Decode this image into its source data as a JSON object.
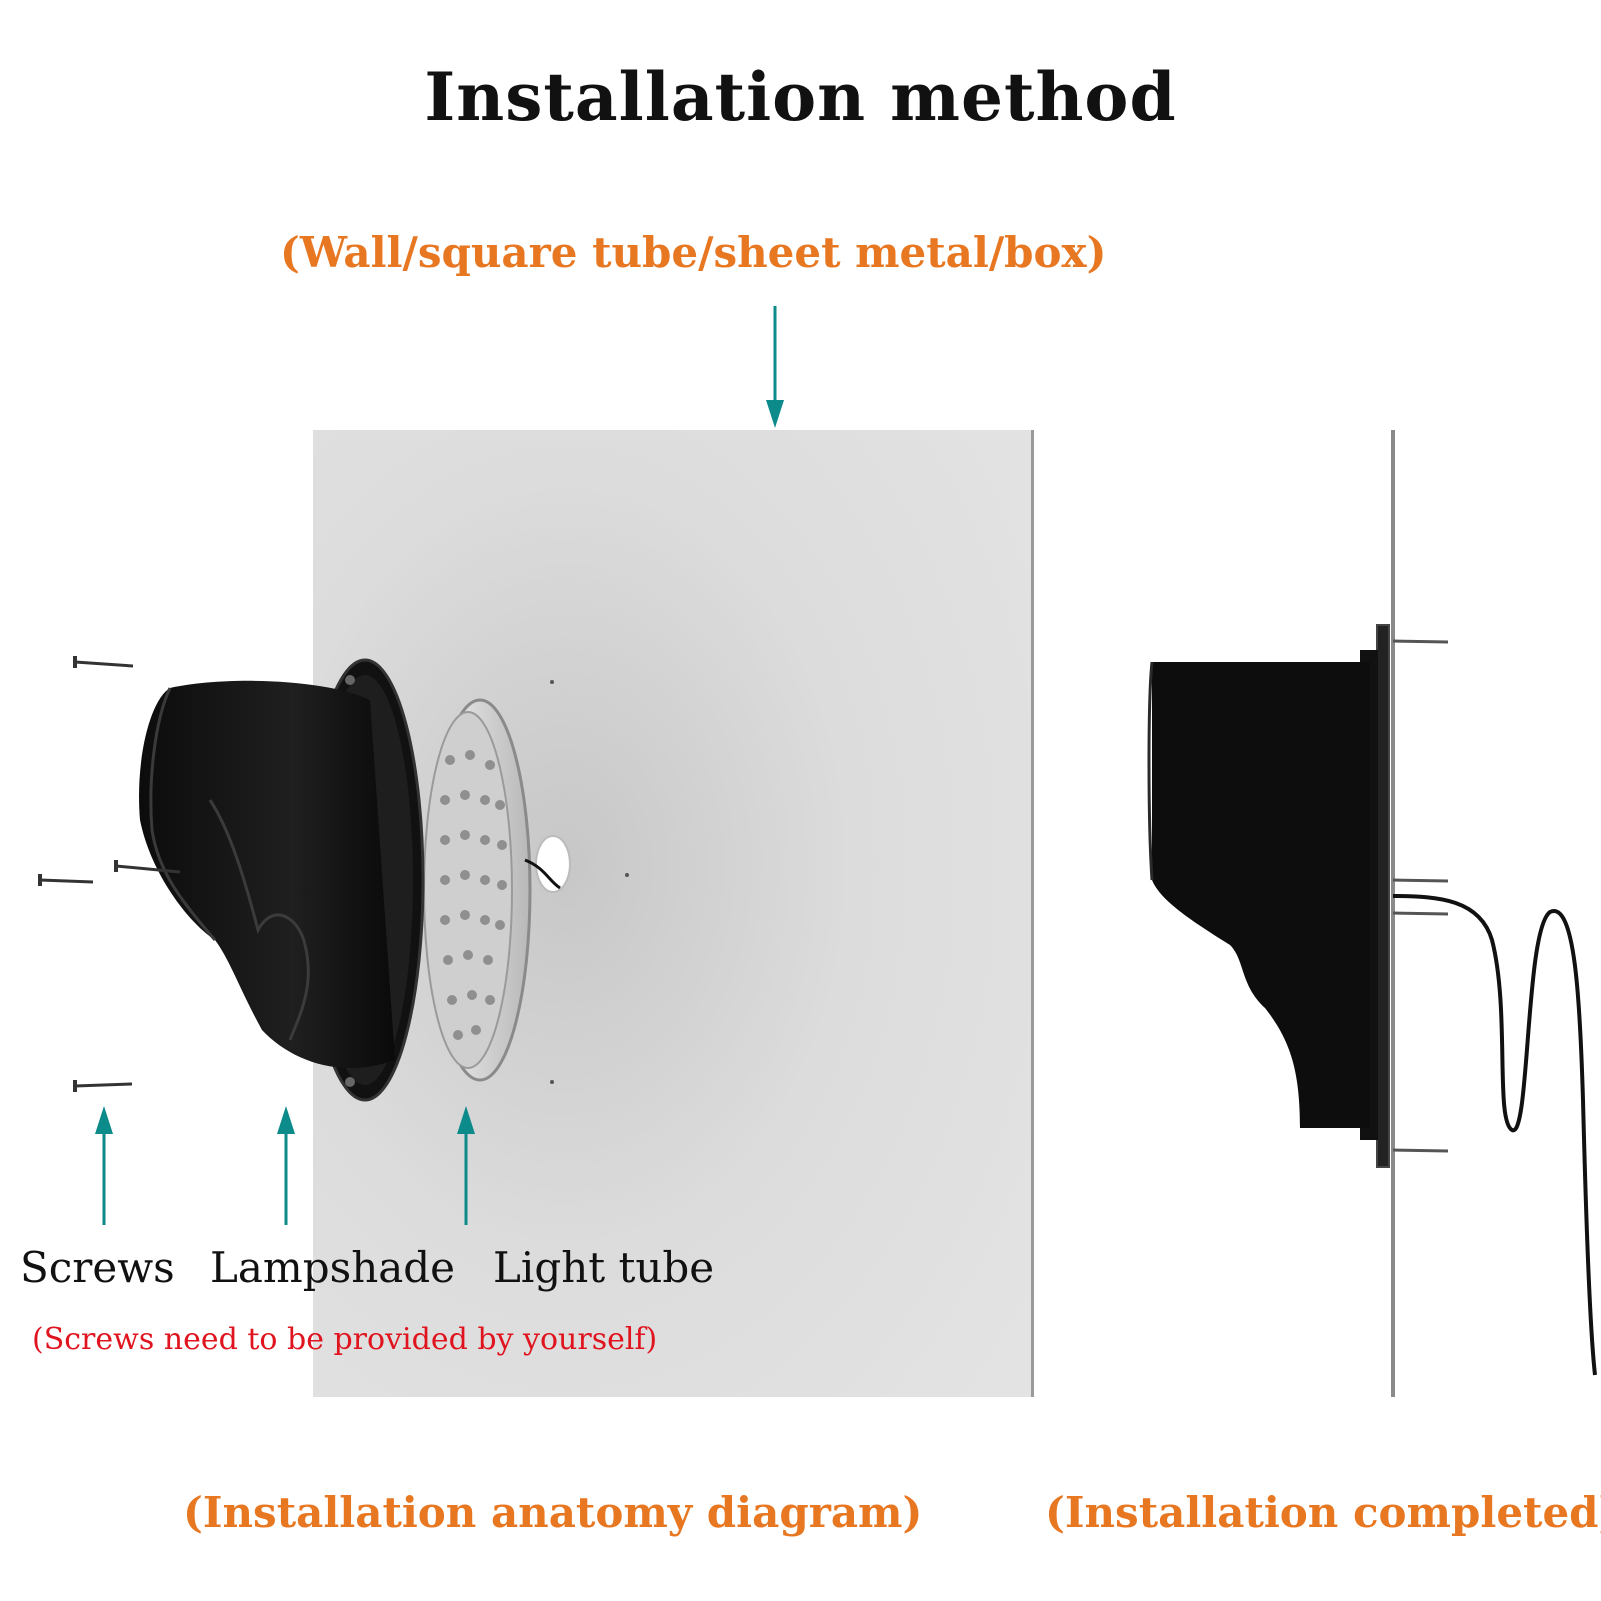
{
  "title": "Installation method",
  "wall_label": "(Wall/square tube/sheet metal/box)",
  "labels": {
    "screws": "Screws",
    "lampshade": "Lampshade",
    "light_tube": "Light tube"
  },
  "note": "(Screws need to be provided by yourself)",
  "captions": {
    "anatomy": "(Installation anatomy diagram)",
    "completed": "(Installation completed)"
  },
  "colors": {
    "orange": "#e87722",
    "red": "#e0141e",
    "teal": "#0d8a8a",
    "panel": "#dcdcdc",
    "product": "#1a1a1a"
  }
}
